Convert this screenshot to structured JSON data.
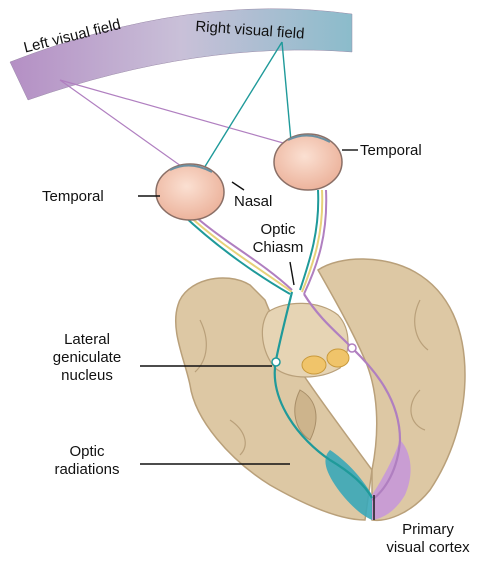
{
  "visual_field": {
    "left_label": "Left visual field",
    "right_label": "Right visual field",
    "left_color": "#b48fc4",
    "right_color": "#8bbccb"
  },
  "labels": {
    "temporal_right": "Temporal",
    "temporal_left": "Temporal",
    "nasal": "Nasal",
    "optic_chiasm": [
      "Optic",
      "Chiasm"
    ],
    "lgn": [
      "Lateral",
      "geniculate",
      "nucleus"
    ],
    "optic_radiations": [
      "Optic",
      "radiations"
    ],
    "primary_visual_cortex": [
      "Primary",
      "visual cortex"
    ]
  },
  "colors": {
    "brain": "#ddc8a4",
    "brain_shadow": "#b9a07a",
    "eye": "#f4c6b4",
    "teal_pathway": "#1f9a9a",
    "purple_pathway": "#b07fc0",
    "lgn_nuclei": "#f0c46a",
    "cortex_teal": "#3aa7b8",
    "cortex_purple": "#c79bd6"
  }
}
